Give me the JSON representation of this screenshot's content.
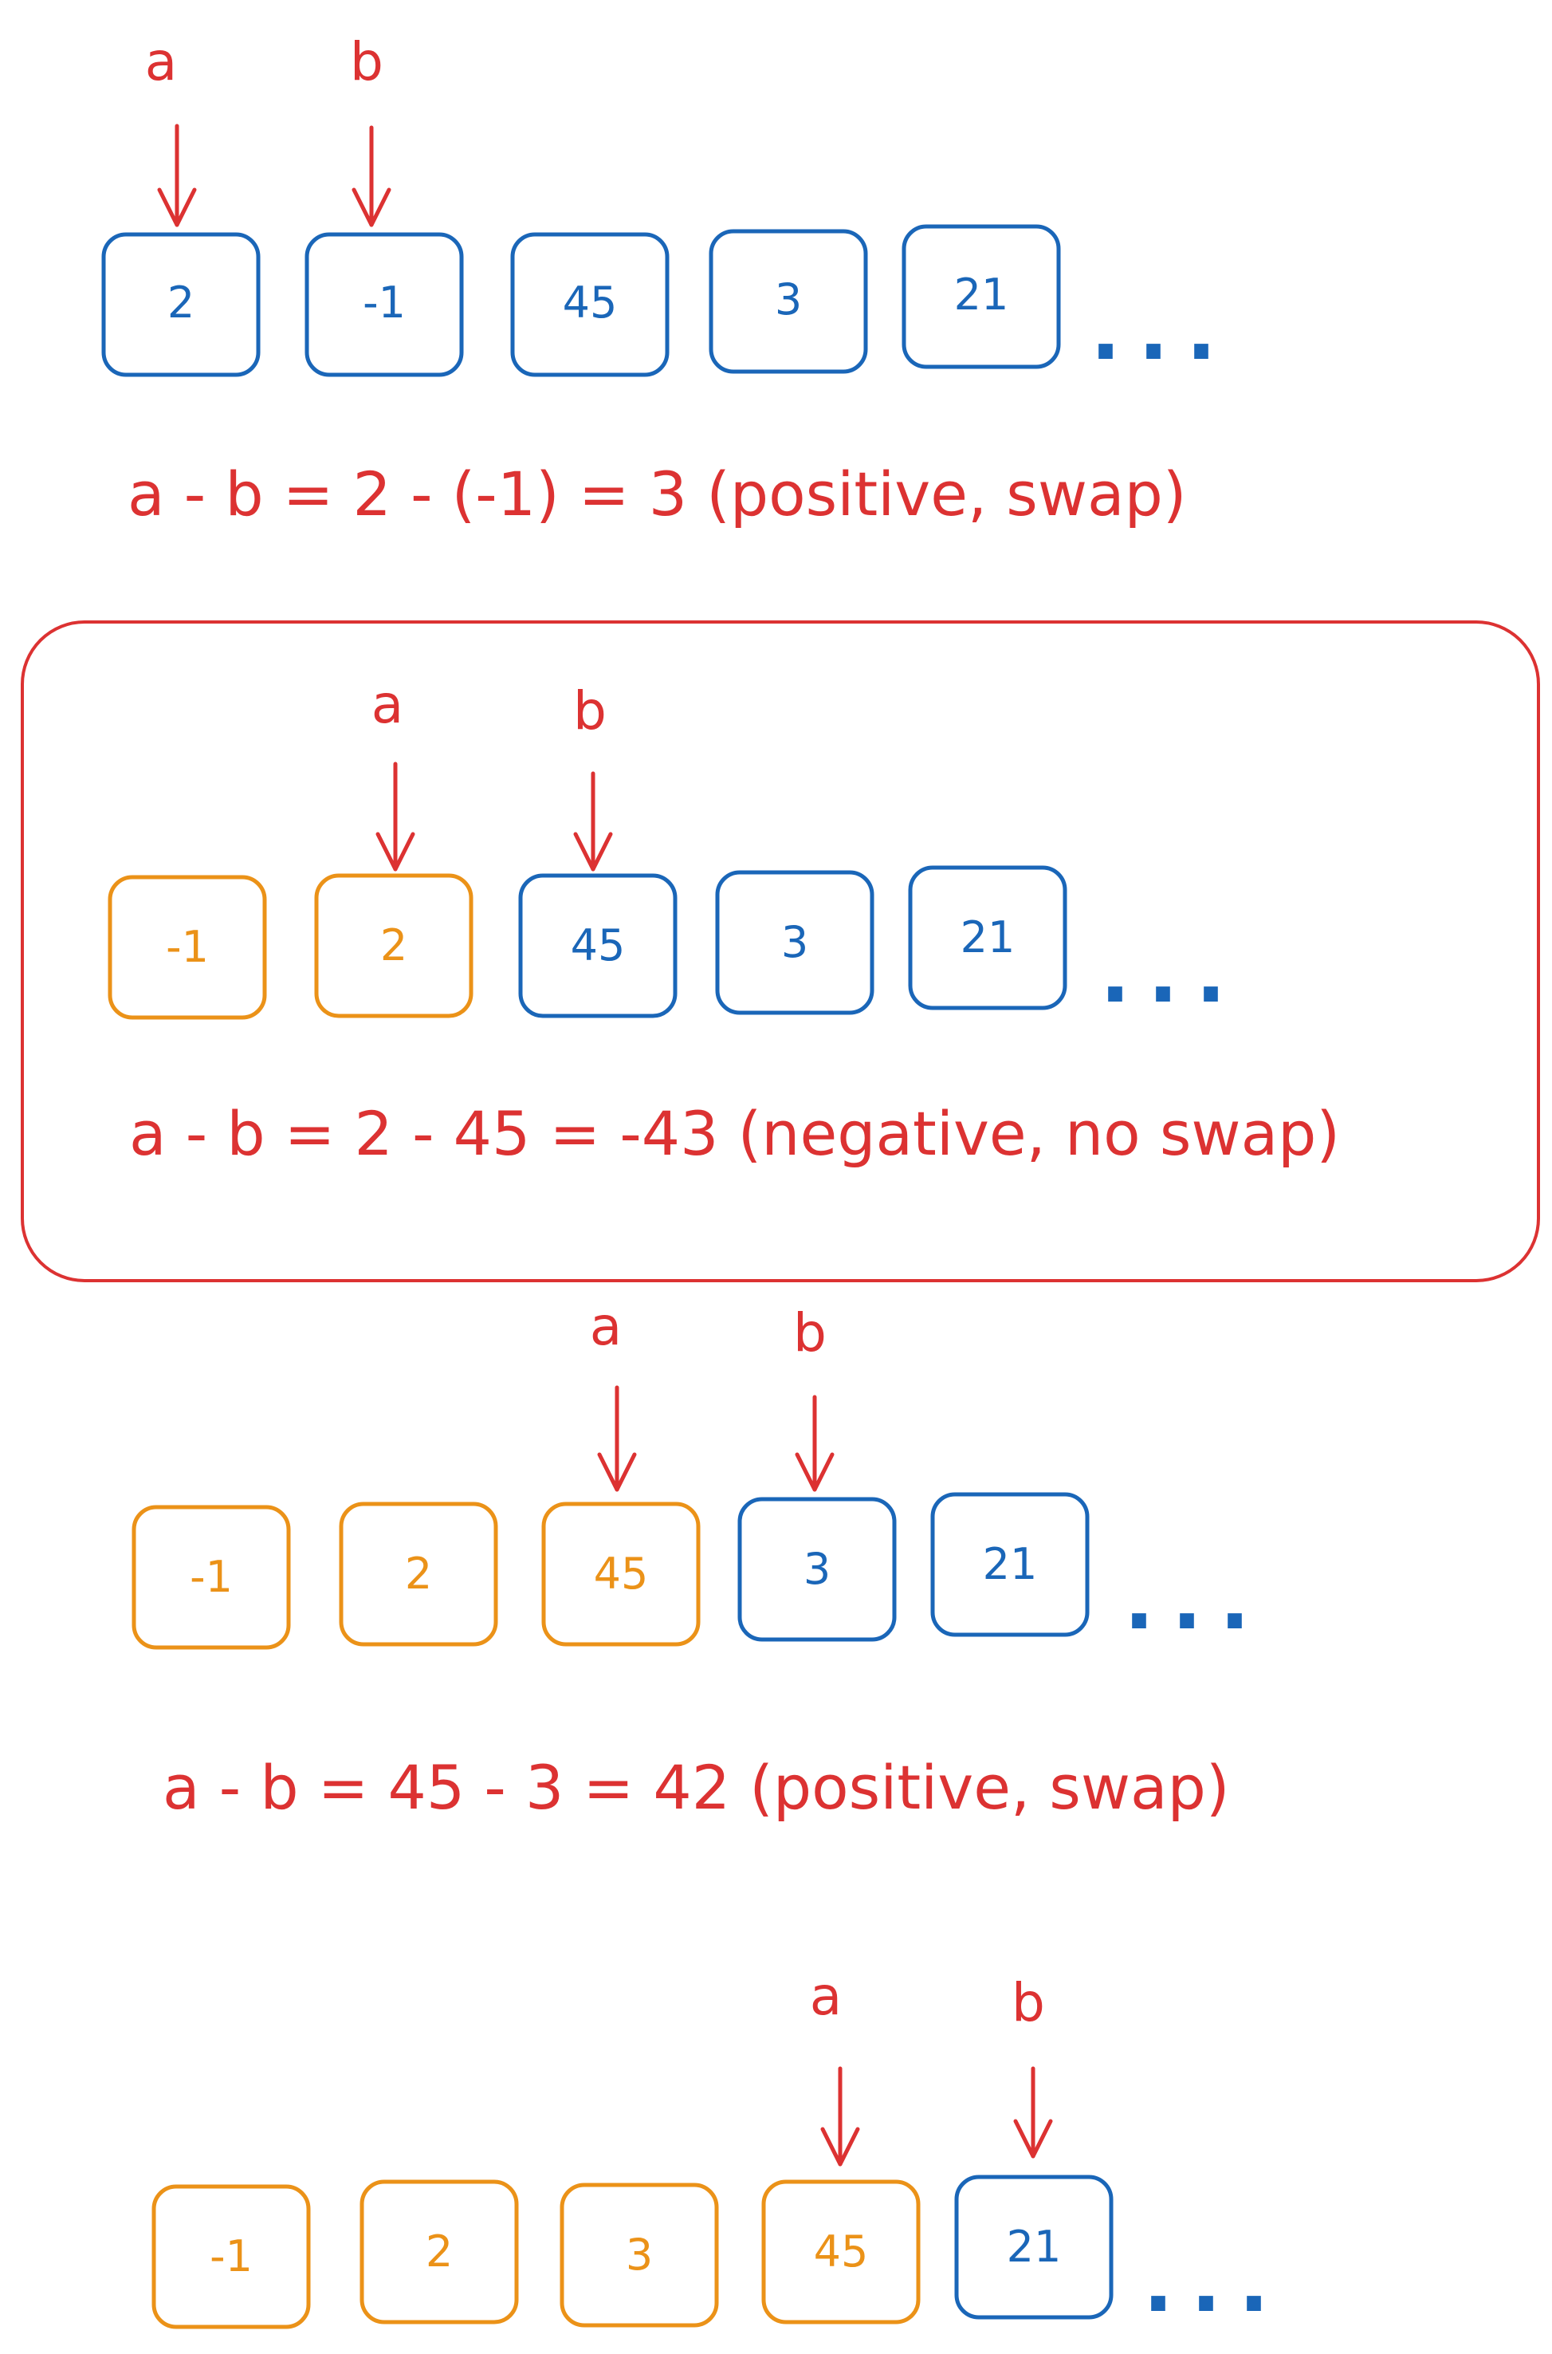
{
  "colors": {
    "current": "#1a66b8",
    "sorted": "#eb9218",
    "annotation": "#dc3232"
  },
  "icons": {
    "pointer": "down-arrow-icon",
    "ellipsis": "ellipsis-icon"
  },
  "steps": [
    {
      "pointer_a": "a",
      "pointer_b": "b",
      "boxes": [
        {
          "value": "2",
          "state": "current"
        },
        {
          "value": "-1",
          "state": "current"
        },
        {
          "value": "45",
          "state": "current"
        },
        {
          "value": "3",
          "state": "current"
        },
        {
          "value": "21",
          "state": "current"
        }
      ],
      "ellipsis": "...",
      "equation": "a - b = 2 - (-1) = 3 (positive, swap)"
    },
    {
      "pointer_a": "a",
      "pointer_b": "b",
      "boxes": [
        {
          "value": "-1",
          "state": "sorted"
        },
        {
          "value": "2",
          "state": "sorted"
        },
        {
          "value": "45",
          "state": "current"
        },
        {
          "value": "3",
          "state": "current"
        },
        {
          "value": "21",
          "state": "current"
        }
      ],
      "ellipsis": "...",
      "equation": "a - b = 2 - 45 = -43 (negative, no swap)",
      "highlighted": true
    },
    {
      "pointer_a": "a",
      "pointer_b": "b",
      "boxes": [
        {
          "value": "-1",
          "state": "sorted"
        },
        {
          "value": "2",
          "state": "sorted"
        },
        {
          "value": "45",
          "state": "sorted"
        },
        {
          "value": "3",
          "state": "current"
        },
        {
          "value": "21",
          "state": "current"
        }
      ],
      "ellipsis": "...",
      "equation": "a - b = 45 - 3 = 42 (positive, swap)"
    },
    {
      "pointer_a": "a",
      "pointer_b": "b",
      "boxes": [
        {
          "value": "-1",
          "state": "sorted"
        },
        {
          "value": "2",
          "state": "sorted"
        },
        {
          "value": "3",
          "state": "sorted"
        },
        {
          "value": "45",
          "state": "sorted"
        },
        {
          "value": "21",
          "state": "current"
        }
      ],
      "ellipsis": "..."
    }
  ]
}
